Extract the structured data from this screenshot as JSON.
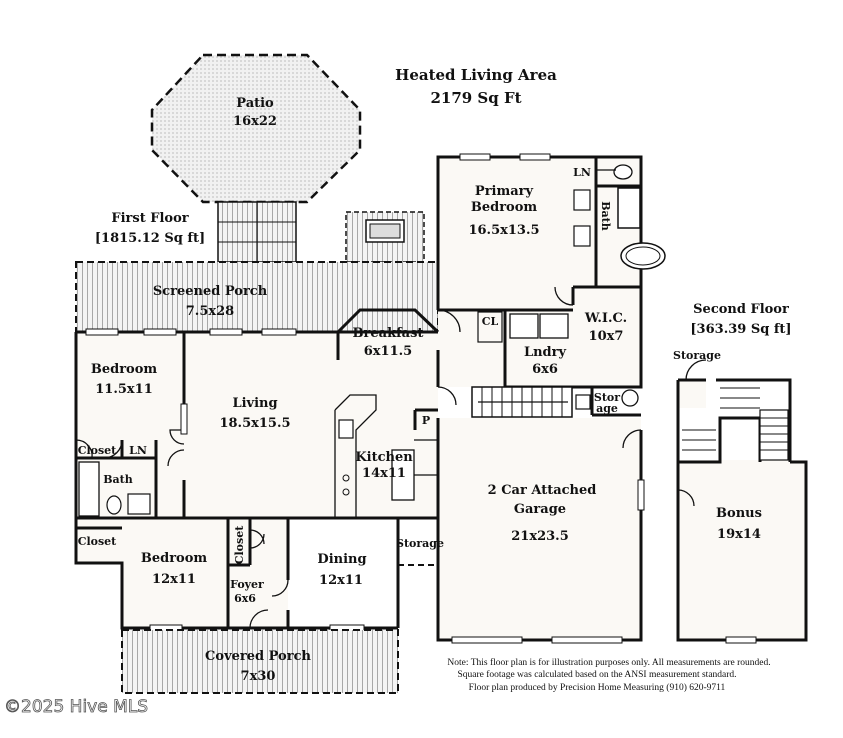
{
  "header": {
    "title": "Heated Living Area",
    "total_area": "2179 Sq Ft"
  },
  "first_floor": {
    "label": "First Floor",
    "area": "[1815.12 Sq ft]"
  },
  "second_floor": {
    "label": "Second Floor",
    "area": "[363.39 Sq ft]"
  },
  "rooms": {
    "patio": {
      "name": "Patio",
      "dims": "16x22"
    },
    "screened_porch": {
      "name": "Screened Porch",
      "dims": "7.5x28"
    },
    "primary_bedroom": {
      "name_line1": "Primary",
      "name_line2": "Bedroom",
      "dims": "16.5x13.5"
    },
    "primary_ln": "LN",
    "primary_bath": "Bath",
    "wic": {
      "name": "W.I.C.",
      "dims": "10x7"
    },
    "cl": "CL",
    "laundry": {
      "name": "Lndry",
      "dims": "6x6"
    },
    "breakfast": {
      "name": "Breakfast",
      "dims": "6x11.5"
    },
    "bedroom1": {
      "name": "Bedroom",
      "dims": "11.5x11"
    },
    "living": {
      "name": "Living",
      "dims": "18.5x15.5"
    },
    "kitchen": {
      "name": "Kitchen",
      "dims": "14x11"
    },
    "pantry": "P",
    "closet1": "Closet",
    "ln1": "LN",
    "bath1": "Bath",
    "closet2": "Closet",
    "bedroom2": {
      "name": "Bedroom",
      "dims": "12x11"
    },
    "closet3": "Closet",
    "foyer": {
      "name": "Foyer",
      "dims": "6x6"
    },
    "dining": {
      "name": "Dining",
      "dims": "12x11"
    },
    "storage_garage": "Storage",
    "garage_storage_line1": "Stor",
    "garage_storage_line2": "age",
    "garage": {
      "name_line1": "2 Car Attached",
      "name_line2": "Garage",
      "dims": "21x23.5"
    },
    "covered_porch": {
      "name": "Covered Porch",
      "dims": "7x30"
    },
    "storage_upper": "Storage",
    "bonus": {
      "name": "Bonus",
      "dims": "19x14"
    }
  },
  "notes": {
    "line1": "Note: This floor plan is for illustration purposes only. All measurements are rounded.",
    "line2": "Square footage was calculated based on the ANSI measurement standard.",
    "line3": "Floor plan produced by Precision Home Measuring (910) 620-9711"
  },
  "watermark": "©2025 Hive MLS"
}
